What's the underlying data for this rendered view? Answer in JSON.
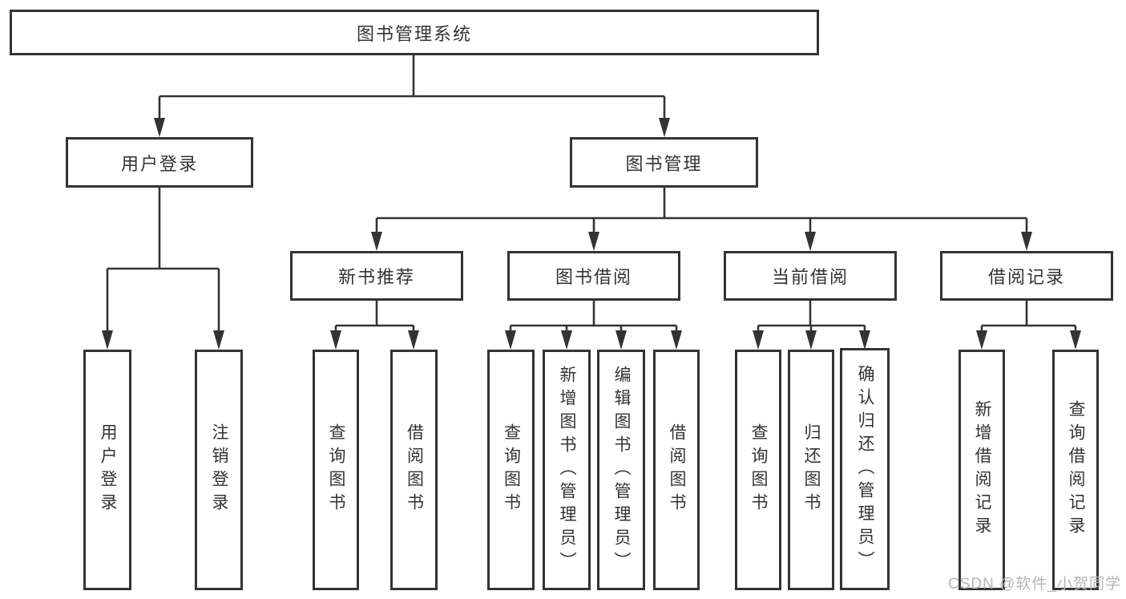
{
  "diagram": {
    "root": {
      "label": "图书管理系统"
    },
    "branches": [
      {
        "label": "用户登录",
        "children": [
          {
            "label": "用户登录"
          },
          {
            "label": "注销登录"
          }
        ]
      },
      {
        "label": "图书管理",
        "children": [
          {
            "label": "新书推荐",
            "children": [
              {
                "label": "查询图书"
              },
              {
                "label": "借阅图书"
              }
            ]
          },
          {
            "label": "图书借阅",
            "children": [
              {
                "label": "查询图书"
              },
              {
                "label": "新增图书（管理员）"
              },
              {
                "label": "编辑图书（管理员）"
              },
              {
                "label": "借阅图书"
              }
            ]
          },
          {
            "label": "当前借阅",
            "children": [
              {
                "label": "查询图书"
              },
              {
                "label": "归还图书"
              },
              {
                "label": "确认归还（管理员）"
              }
            ]
          },
          {
            "label": "借阅记录",
            "children": [
              {
                "label": "新增借阅记录"
              },
              {
                "label": "查询借阅记录"
              }
            ]
          }
        ]
      }
    ]
  },
  "watermark": {
    "text": "CSDN @软件_小贺同学"
  },
  "colors": {
    "line": "#333333",
    "box_border": "#333333",
    "text": "#333333",
    "watermark": "#b5b5b5",
    "background": "#ffffff"
  }
}
